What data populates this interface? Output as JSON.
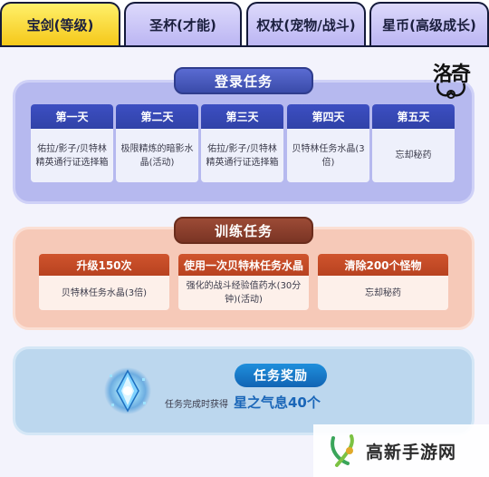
{
  "tabs": [
    {
      "label": "宝剑(等级)",
      "active": true
    },
    {
      "label": "圣杯(才能)",
      "active": false
    },
    {
      "label": "权杖(宠物/战斗)",
      "active": false
    },
    {
      "label": "星币(高级成长)",
      "active": false
    }
  ],
  "login": {
    "title": "登录任务",
    "days": [
      {
        "label": "第一天",
        "reward": "佑拉/影子/贝特林精英通行证选择箱"
      },
      {
        "label": "第二天",
        "reward": "极限精炼的暗影水晶(活动)"
      },
      {
        "label": "第三天",
        "reward": "佑拉/影子/贝特林精英通行证选择箱"
      },
      {
        "label": "第四天",
        "reward": "贝特林任务水晶(3倍)"
      },
      {
        "label": "第五天",
        "reward": "忘却秘药"
      }
    ]
  },
  "training": {
    "title": "训练任务",
    "tasks": [
      {
        "label": "升级150次",
        "reward": "贝特林任务水晶(3倍)"
      },
      {
        "label": "使用一次贝特林任务水晶",
        "reward": "强化的战斗经验值药水(30分钟)(活动)"
      },
      {
        "label": "清除200个怪物",
        "reward": "忘却秘药"
      }
    ]
  },
  "reward": {
    "title": "任务奖励",
    "prefix": "任务完成时获得",
    "item": "星之气息40个"
  },
  "logo": {
    "text": "洛奇"
  },
  "watermark": {
    "text": "高新手游网"
  },
  "colors": {
    "tab_active": "#f5c81a",
    "tab_inactive": "#bcb6f3",
    "login_section": "#b6b9ef",
    "login_header": "#3042a8",
    "train_section": "#f6c9b8",
    "train_header": "#b84220",
    "reward_section": "#bcd7ee",
    "reward_accent": "#1a66b8"
  },
  "icons": [
    "crystal-icon",
    "mabinogi-logo",
    "watermark-logo-icon"
  ]
}
